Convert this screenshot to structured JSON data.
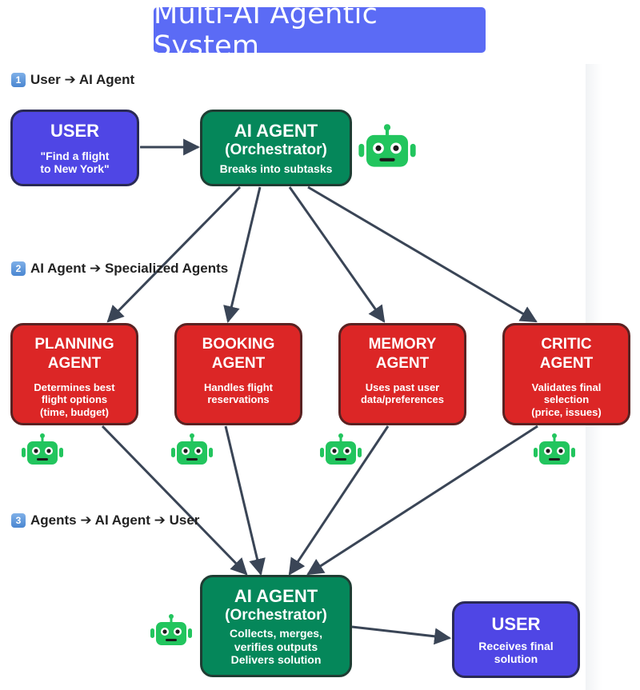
{
  "title": "Multi-AI Agentic System",
  "steps": {
    "s1": {
      "num": "1",
      "label": "User ➔ AI Agent"
    },
    "s2": {
      "num": "2",
      "label": "AI Agent ➔ Specialized Agents"
    },
    "s3": {
      "num": "3",
      "label": "Agents ➔ AI Agent ➔ User"
    }
  },
  "user_top": {
    "title": "USER",
    "line1": "\"Find a flight",
    "line2": "to New York\""
  },
  "orch_top": {
    "title": "AI AGENT",
    "subtitle": "(Orchestrator)",
    "desc": "Breaks into subtasks"
  },
  "agents": [
    {
      "line1": "PLANNING",
      "line2": "AGENT",
      "desc1": "Determines best",
      "desc2": "flight options",
      "desc3": "(time, budget)"
    },
    {
      "line1": "BOOKING",
      "line2": "AGENT",
      "desc1": "Handles flight",
      "desc2": "reservations",
      "desc3": ""
    },
    {
      "line1": "MEMORY",
      "line2": "AGENT",
      "desc1": "Uses past user",
      "desc2": "data/preferences",
      "desc3": ""
    },
    {
      "line1": "CRITIC",
      "line2": "AGENT",
      "desc1": "Validates final",
      "desc2": "selection",
      "desc3": "(price, issues)"
    }
  ],
  "orch_bottom": {
    "title": "AI AGENT",
    "subtitle": "(Orchestrator)",
    "desc1": "Collects, merges,",
    "desc2": "verifies outputs",
    "desc3": "Delivers solution"
  },
  "user_bottom": {
    "title": "USER",
    "desc1": "Receives final",
    "desc2": "solution"
  },
  "colors": {
    "user": "#4f46e5",
    "orchestrator": "#05875a",
    "agent": "#dc2626",
    "robot": "#22c55e",
    "arrow": "#3a4556",
    "title_banner": "#5b6bf5"
  },
  "icons": [
    "robot-icon"
  ]
}
